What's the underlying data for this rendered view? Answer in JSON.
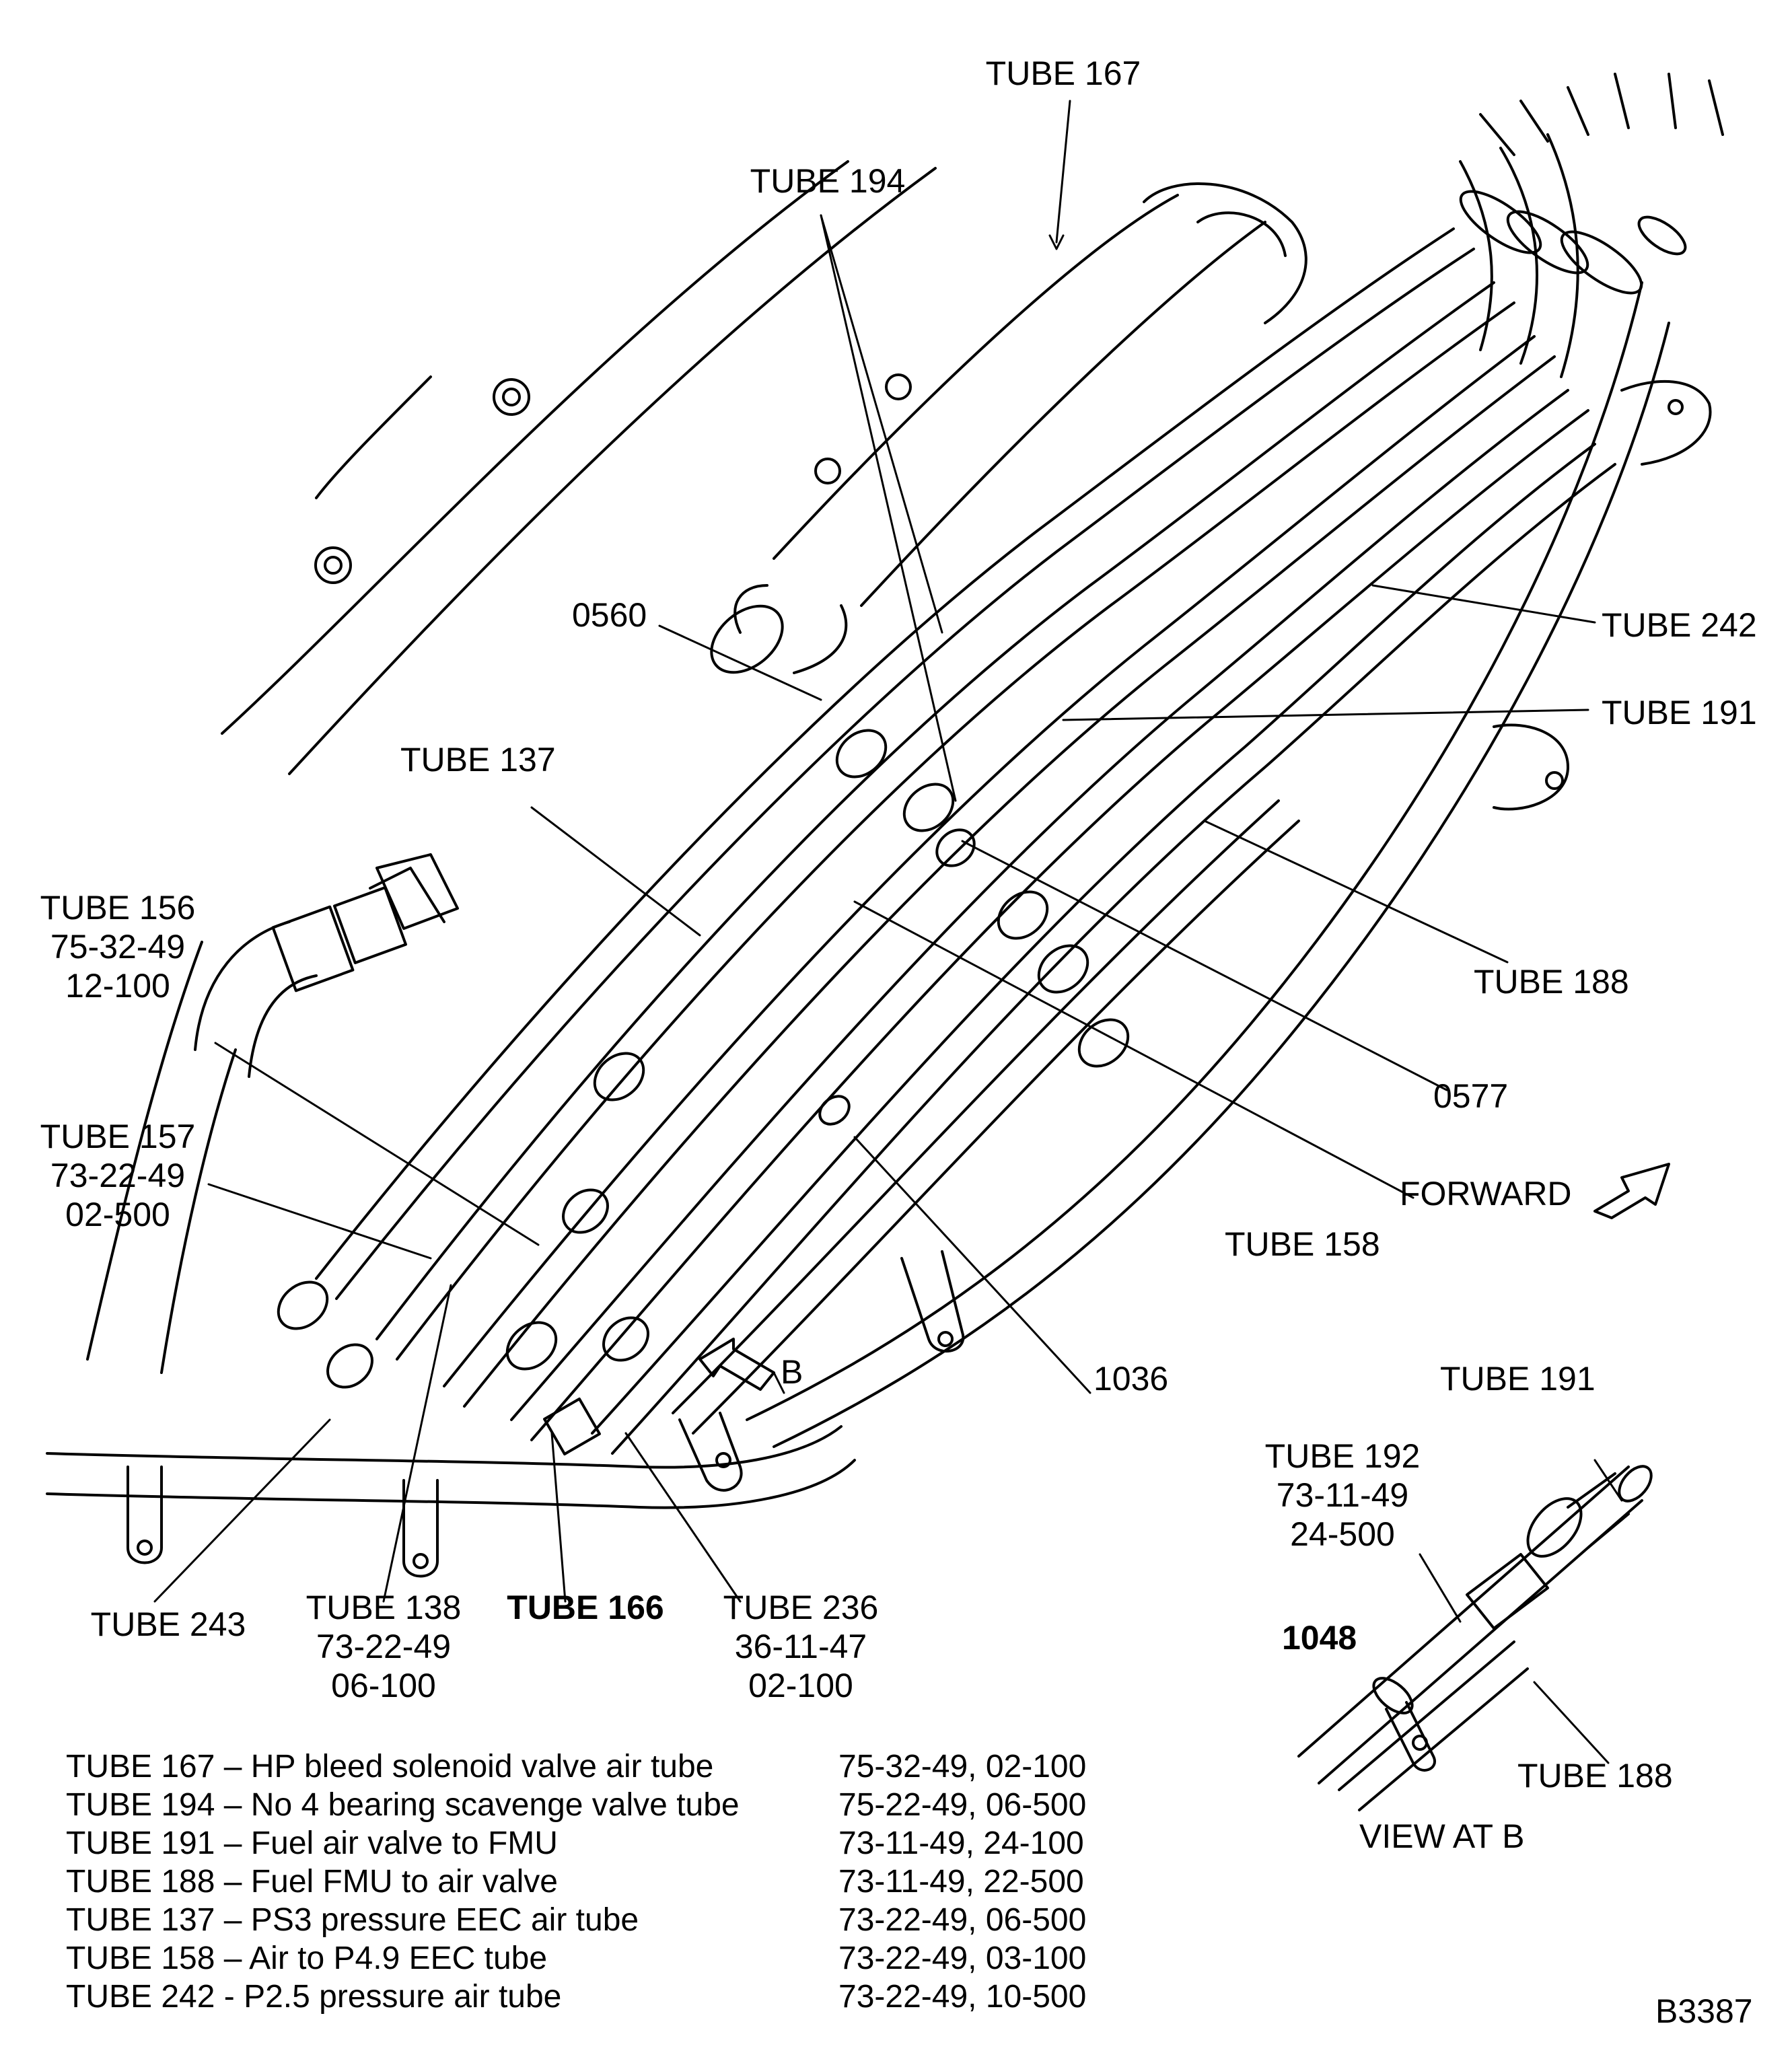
{
  "callouts": {
    "tube_167": "TUBE 167",
    "tube_194": "TUBE 194",
    "t0560": "0560",
    "tube_242": "TUBE 242",
    "tube_191": "TUBE 191",
    "tube_137": "TUBE 137",
    "tube_156": [
      "TUBE 156",
      "75-32-49",
      "12-100"
    ],
    "tube_188": "TUBE 188",
    "t0577": "0577",
    "tube_157": [
      "TUBE 157",
      "73-22-49",
      "02-500"
    ],
    "forward": "FORWARD",
    "tube_158": "TUBE 158",
    "t1036": "1036",
    "b": "B",
    "tube_243": "TUBE 243",
    "tube_138": [
      "TUBE 138",
      "73-22-49",
      "06-100"
    ],
    "tube_166": "TUBE 166",
    "tube_236": [
      "TUBE 236",
      "36-11-47",
      "02-100"
    ]
  },
  "view_b": {
    "tube_191": "TUBE 191",
    "tube_192": [
      "TUBE 192",
      "73-11-49",
      "24-500"
    ],
    "t1048": "1048",
    "tube_188": "TUBE 188",
    "caption": "VIEW AT B"
  },
  "legend": [
    {
      "tube": "TUBE 167 – HP bleed solenoid valve air tube",
      "ref": "75-32-49, 02-100"
    },
    {
      "tube": "TUBE 194 – No 4 bearing scavenge valve tube",
      "ref": "75-22-49, 06-500"
    },
    {
      "tube": "TUBE 191 – Fuel air valve to FMU",
      "ref": "73-11-49, 24-100"
    },
    {
      "tube": "TUBE 188 – Fuel FMU to air valve",
      "ref": "73-11-49, 22-500"
    },
    {
      "tube": "TUBE 137 – PS3 pressure EEC air tube",
      "ref": "73-22-49, 06-500"
    },
    {
      "tube": "TUBE 158 – Air to P4.9 EEC tube",
      "ref": "73-22-49, 03-100"
    },
    {
      "tube": "TUBE 242 - P2.5 pressure air tube",
      "ref": "73-22-49, 10-500"
    }
  ],
  "figure_id": "B3387"
}
